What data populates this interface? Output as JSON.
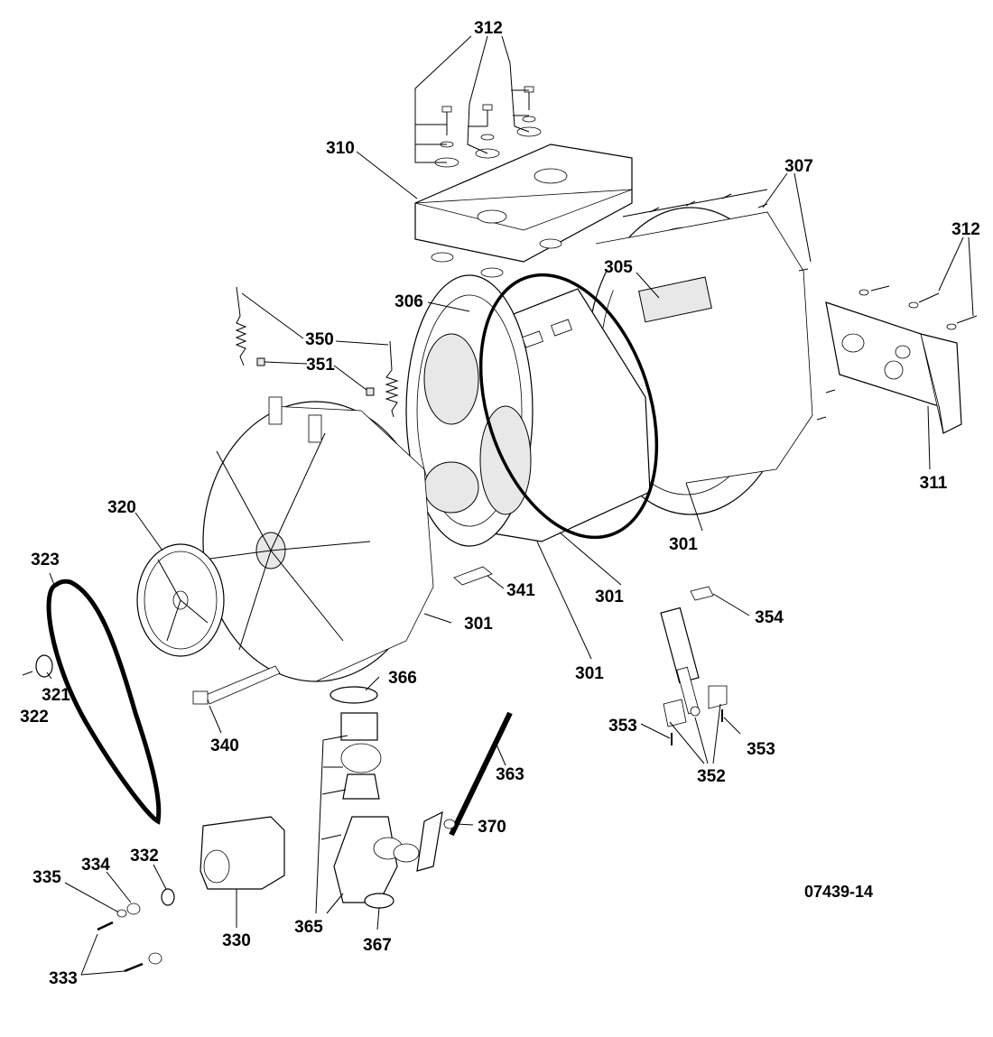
{
  "diagram": {
    "drawing_number": "07439-14",
    "callouts": {
      "c312_top": "312",
      "c310": "310",
      "c307": "307",
      "c312_right": "312",
      "c305": "305",
      "c306": "306",
      "c350": "350",
      "c351": "351",
      "c311": "311",
      "c301_a": "301",
      "c301_b": "301",
      "c301_c": "301",
      "c301_d": "301",
      "c320": "320",
      "c323": "323",
      "c341": "341",
      "c354": "354",
      "c366": "366",
      "c321": "321",
      "c322": "322",
      "c340": "340",
      "c353_a": "353",
      "c353_b": "353",
      "c352": "352",
      "c363": "363",
      "c370": "370",
      "c335": "335",
      "c334": "334",
      "c332": "332",
      "c330": "330",
      "c365": "365",
      "c367": "367",
      "c333": "333"
    }
  }
}
